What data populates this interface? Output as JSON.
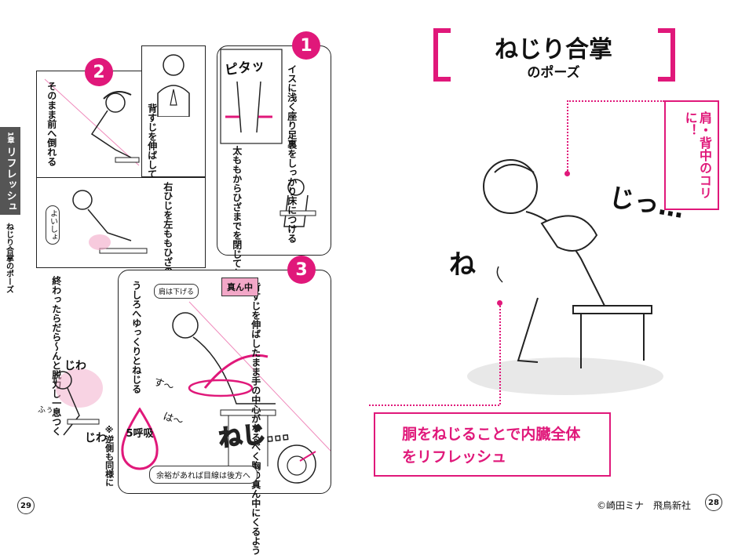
{
  "spine": {
    "chapter": "1章",
    "label": "リフレッシュ",
    "sub": "ねじり合掌のポーズ"
  },
  "steps": {
    "step1": {
      "num": "1",
      "text1": "イスに浅く座り足裏をしっかり床につける",
      "text2": "太ももからひざまでを閉じておくこと",
      "sfx": "ピタッ"
    },
    "step2": {
      "num": "2",
      "text1": "そのまま前へ倒れる",
      "text2": "背すじを伸ばして胸の中央で合掌する",
      "text3": "右ひじを左ももひざの近くに引っかける",
      "bubble": "よいしょ"
    },
    "step3": {
      "num": "3",
      "text1": "背すじを伸ばしたまま手の中心がなるべく胸の真ん中にくるよう",
      "text2": "うしろへゆっくりとねじる",
      "note_shoulder": "肩は下げる",
      "note_center": "真ん中",
      "breath": "5呼吸",
      "sfx_nejiri": "ねじ…",
      "sfx_su": "す〜",
      "sfx_ha": "は〜",
      "tip": "余裕があれば目線は後方へ"
    }
  },
  "rest": {
    "text": "終わったらだら〜んと脱力し一息つく",
    "note": "※逆側も同様に",
    "sfx1": "じわ",
    "sfx2": "じわ",
    "sfx3": "ふぅ"
  },
  "right": {
    "title": "ねじり合掌",
    "subtitle": "のポーズ",
    "callout_top": "肩・背中のコリに！",
    "callout_bottom": "胴をねじることで内臓全体をリフレッシュ",
    "sfx_ne": "ね",
    "sfx_ji": "じっ…"
  },
  "footer": {
    "page_left": "29",
    "page_right": "28",
    "credit": "©崎田ミナ　飛鳥新社"
  }
}
